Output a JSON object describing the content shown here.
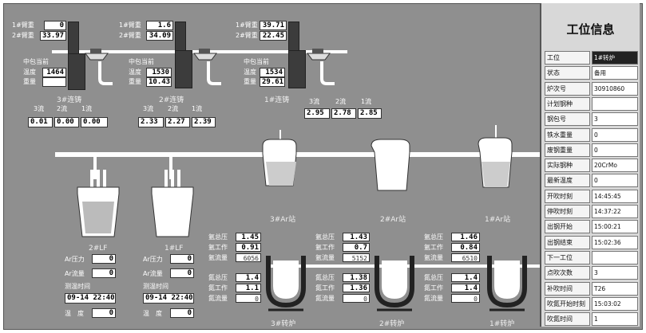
{
  "casters": [
    {
      "name": "3#连铸",
      "ladle1_label": "1#臂重",
      "ladle1": "0",
      "ladle2_label": "2#臂重",
      "ladle2": "33.97",
      "tundish_label": "中包当前",
      "temp_label": "温度",
      "temp": "1464",
      "weight_label": "重量",
      "weight": "",
      "flows": {
        "labels": [
          "3流",
          "2流",
          "1流"
        ],
        "values": [
          "0.01",
          "0.00",
          "0.00"
        ]
      }
    },
    {
      "name": "2#连铸",
      "ladle1_label": "1#臂重",
      "ladle1": "1.6",
      "ladle2_label": "2#臂重",
      "ladle2": "34.09",
      "tundish_label": "中包当前",
      "temp_label": "温度",
      "temp": "1530",
      "weight_label": "重量",
      "weight": "10.43",
      "flows": {
        "labels": [
          "3流",
          "2流",
          "1流"
        ],
        "values": [
          "2.33",
          "2.27",
          "2.39"
        ]
      }
    },
    {
      "name": "1#连铸",
      "ladle1_label": "1#臂重",
      "ladle1": "39.71",
      "ladle2_label": "2#臂重",
      "ladle2": "22.45",
      "tundish_label": "中包当前",
      "temp_label": "温度",
      "temp": "1534",
      "weight_label": "重量",
      "weight": "29.61",
      "flows": {
        "labels": [
          "3流",
          "2流",
          "1流"
        ],
        "values": [
          "2.95",
          "2.78",
          "2.85"
        ]
      }
    }
  ],
  "ar_stations": [
    "3#Ar站",
    "2#Ar站",
    "1#Ar站"
  ],
  "lf": [
    {
      "name": "2#LF",
      "pressure_label": "Ar压力",
      "pressure": "0",
      "flow_label": "Ar流量",
      "flow": "0",
      "time_label": "测温时间",
      "time": "09-14 22:40",
      "temp_label": "温　度",
      "temp": "0"
    },
    {
      "name": "1#LF",
      "pressure_label": "Ar压力",
      "pressure": "0",
      "flow_label": "Ar流量",
      "flow": "0",
      "time_label": "测温时间",
      "time": "09-14 22:40",
      "temp_label": "温　度",
      "temp": "0"
    }
  ],
  "converters": [
    {
      "name": "3#转炉",
      "ar_total_label": "氩总压",
      "ar_total": "1.45",
      "ar_work_label": "氩工作",
      "ar_work": "0.91",
      "ar_flow_label": "氩流量",
      "ar_flow": "6056",
      "n_total_label": "氮总压",
      "n_total": "1.4",
      "n_work_label": "氮工作",
      "n_work": "1.1",
      "n_flow_label": "氮流量",
      "n_flow": "0"
    },
    {
      "name": "2#转炉",
      "ar_total_label": "氩总压",
      "ar_total": "1.43",
      "ar_work_label": "氩工作",
      "ar_work": "0.7",
      "ar_flow_label": "氩流量",
      "ar_flow": "5152",
      "n_total_label": "氮总压",
      "n_total": "1.38",
      "n_work_label": "氮工作",
      "n_work": "1.36",
      "n_flow_label": "氮流量",
      "n_flow": "0"
    },
    {
      "name": "1#转炉",
      "ar_total_label": "氩总压",
      "ar_total": "1.46",
      "ar_work_label": "氩工作",
      "ar_work": "0.84",
      "ar_flow_label": "氩流量",
      "ar_flow": "6510",
      "n_total_label": "氮总压",
      "n_total": "1.4",
      "n_work_label": "氮工作",
      "n_work": "1.4",
      "n_flow_label": "氮流量",
      "n_flow": "0"
    }
  ],
  "panel": {
    "title": "工位信息",
    "rows": [
      {
        "key": "工位",
        "value": "1#转炉"
      },
      {
        "key": "状态",
        "value": "备用"
      },
      {
        "key": "炉次号",
        "value": "30910860"
      },
      {
        "key": "计划钢种",
        "value": ""
      },
      {
        "key": "钢包号",
        "value": "3"
      },
      {
        "key": "铁水重量",
        "value": "0"
      },
      {
        "key": "废钢重量",
        "value": "0"
      },
      {
        "key": "实际钢种",
        "value": "20CrMo"
      },
      {
        "key": "最新温度",
        "value": "0"
      },
      {
        "key": "开吹时刻",
        "value": "14:45:45"
      },
      {
        "key": "停吹时刻",
        "value": "14:37:22"
      },
      {
        "key": "出钢开始",
        "value": "15:00:21"
      },
      {
        "key": "出钢结束",
        "value": "15:02:36"
      },
      {
        "key": "下一工位",
        "value": ""
      },
      {
        "key": "点吹次数",
        "value": "3"
      },
      {
        "key": "补吹时间",
        "value": "T26"
      },
      {
        "key": "吹氮开始时刻",
        "value": "15:03:02"
      },
      {
        "key": "吹氮时间",
        "value": "1"
      }
    ]
  },
  "colors": {
    "background": "#8f8f8f",
    "panel": "#d8d8d8",
    "highlight": "#222222"
  }
}
